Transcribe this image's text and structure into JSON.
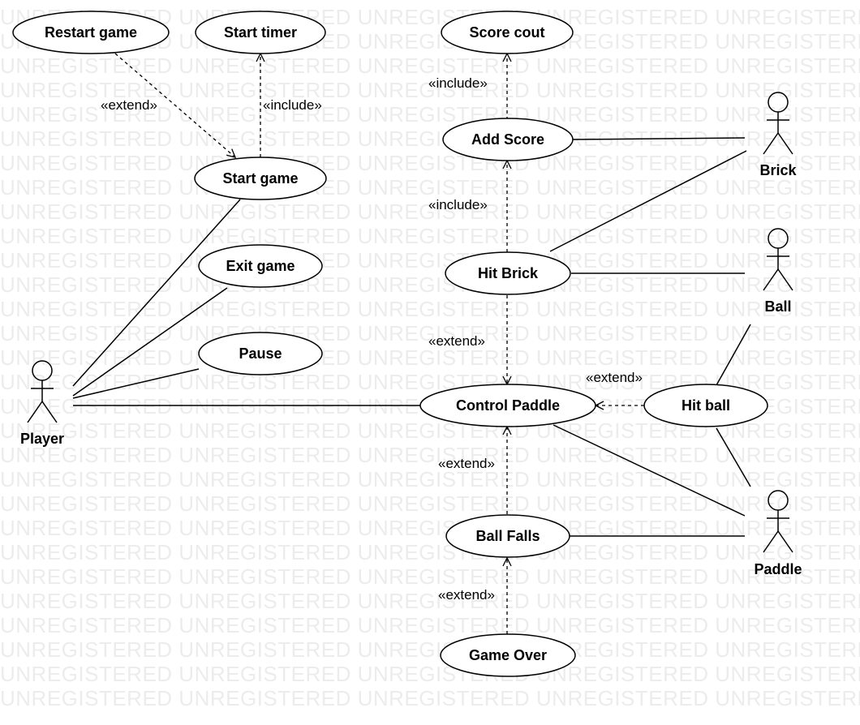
{
  "watermark": "UNREGISTERED",
  "use_cases": {
    "restart_game": "Restart game",
    "start_timer": "Start timer",
    "score_count": "Score cout",
    "add_score": "Add Score",
    "start_game": "Start game",
    "exit_game": "Exit game",
    "hit_brick": "Hit Brick",
    "pause": "Pause",
    "control_paddle": "Control Paddle",
    "hit_ball": "Hit ball",
    "ball_falls": "Ball Falls",
    "game_over": "Game Over"
  },
  "actors": {
    "player": "Player",
    "brick": "Brick",
    "ball": "Ball",
    "paddle": "Paddle"
  },
  "stereotypes": {
    "restart_extend": "«extend»",
    "timer_include": "«include»",
    "score_include": "«include»",
    "hit_brick_include": "«include»",
    "hit_brick_extend": "«extend»",
    "hit_ball_extend": "«extend»",
    "ball_falls_extend": "«extend»",
    "game_over_extend": "«extend»"
  }
}
